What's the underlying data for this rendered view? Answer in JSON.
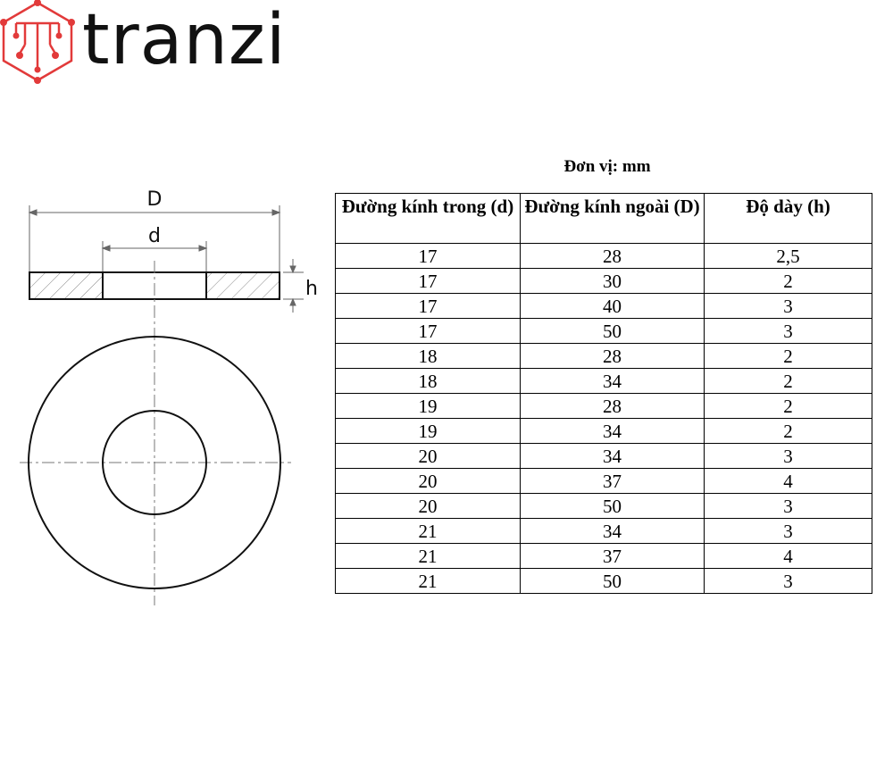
{
  "brand": {
    "name": "tranzi",
    "accent": "#e23a3a"
  },
  "drawing": {
    "label_D": "D",
    "label_d": "d",
    "label_h": "h"
  },
  "unit_label": "Đơn vị: mm",
  "table": {
    "headers": [
      "Đường kính trong (d)",
      "Đường kính ngoài (D)",
      "Độ dày (h)"
    ],
    "rows": [
      [
        "17",
        "28",
        "2,5"
      ],
      [
        "17",
        "30",
        "2"
      ],
      [
        "17",
        "40",
        "3"
      ],
      [
        "17",
        "50",
        "3"
      ],
      [
        "18",
        "28",
        "2"
      ],
      [
        "18",
        "34",
        "2"
      ],
      [
        "19",
        "28",
        "2"
      ],
      [
        "19",
        "34",
        "2"
      ],
      [
        "20",
        "34",
        "3"
      ],
      [
        "20",
        "37",
        "4"
      ],
      [
        "20",
        "50",
        "3"
      ],
      [
        "21",
        "34",
        "3"
      ],
      [
        "21",
        "37",
        "4"
      ],
      [
        "21",
        "50",
        "3"
      ]
    ]
  }
}
